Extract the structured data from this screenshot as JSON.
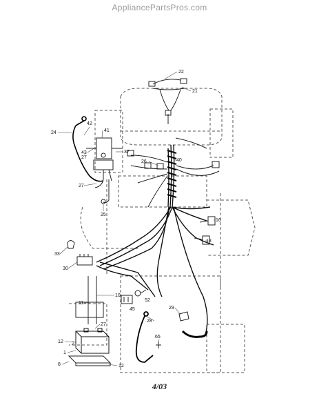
{
  "watermark": "AppliancePartsPros.com",
  "footer_date": "4/03",
  "callouts": [
    "22",
    "21",
    "42",
    "24",
    "41",
    "43",
    "27",
    "37",
    "26",
    "40",
    "27",
    "25",
    "16",
    "18",
    "33",
    "30",
    "10",
    "11",
    "45",
    "52",
    "29",
    "28",
    "27",
    "65",
    "2",
    "12",
    "1",
    "8",
    "12"
  ]
}
